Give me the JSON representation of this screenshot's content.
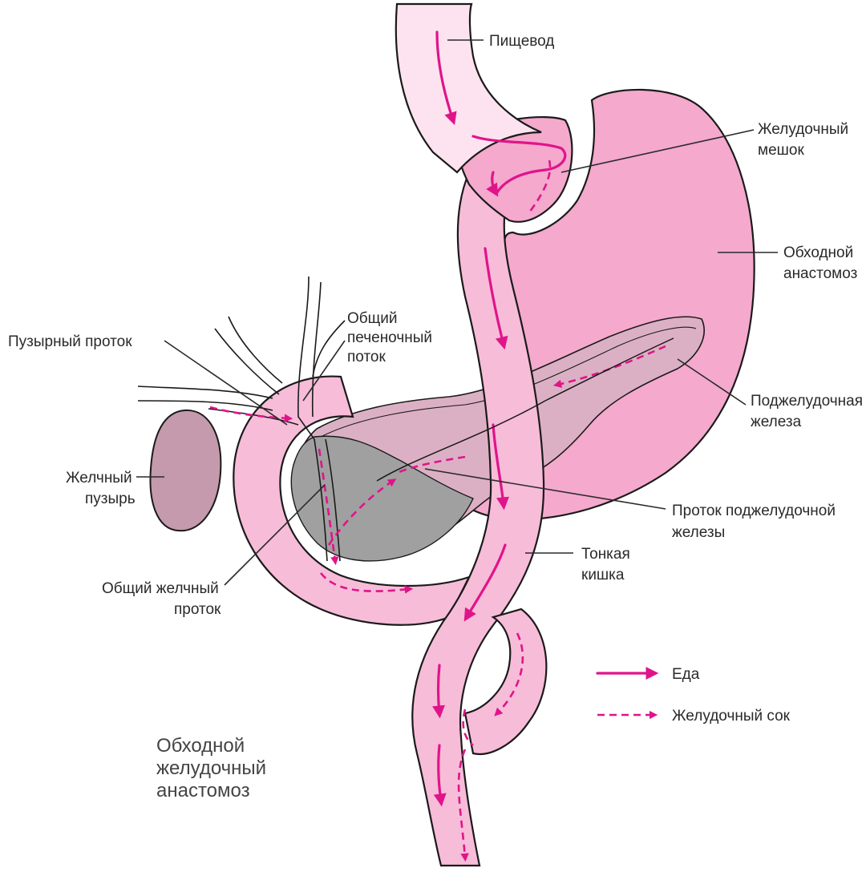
{
  "labels": {
    "esophagus": "Пищевод",
    "gastric_pouch_1": "Желудочный",
    "gastric_pouch_2": "мешок",
    "bypass_1": "Обходной",
    "bypass_2": "анастомоз",
    "cystic_duct": "Пузырный проток",
    "hepatic_1": "Общий",
    "hepatic_2": "печеночный",
    "hepatic_3": "поток",
    "pancreas_1": "Поджелудочная",
    "pancreas_2": "железа",
    "gallbladder_1": "Желчный",
    "gallbladder_2": "пузырь",
    "pancreatic_duct_1": "Проток поджелудочной",
    "pancreatic_duct_2": "железы",
    "small_intestine_1": "Тонкая",
    "small_intestine_2": "кишка",
    "bile_duct_1": "Общий желчный",
    "bile_duct_2": "проток"
  },
  "legend": {
    "food": "Еда",
    "gastric_juice": "Желудочный сок"
  },
  "title": {
    "line1": "Обходной",
    "line2": "желудочный",
    "line3": "анастомоз"
  },
  "colors": {
    "stomach": "#f4a9cd",
    "intestine": "#f7bcd8",
    "esophagus": "#fde3ef",
    "pancreas": "#dcb0c4",
    "gallbladder": "#c49aac",
    "duodenum_shadow": "#a0a0a0",
    "arrow": "#e0148a"
  }
}
